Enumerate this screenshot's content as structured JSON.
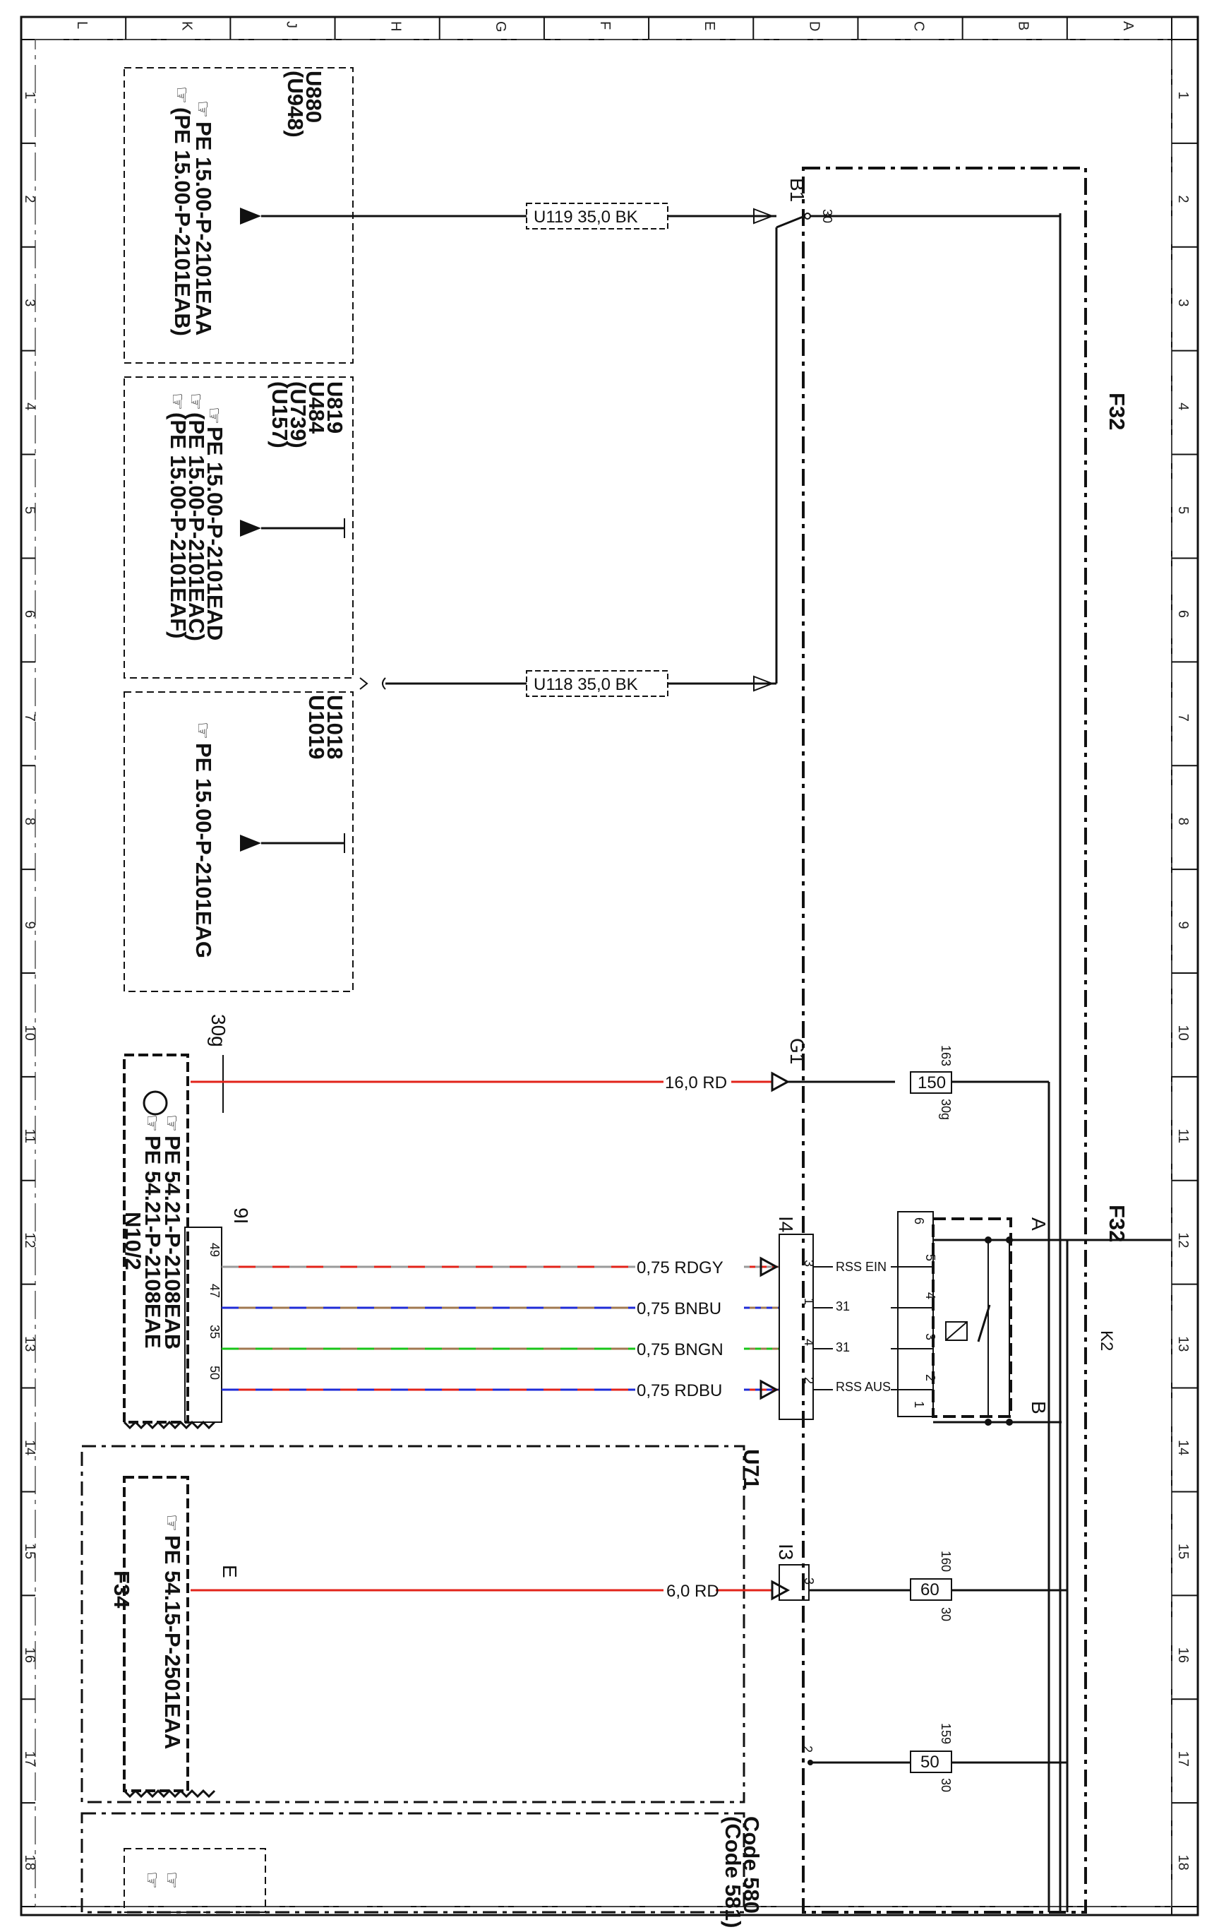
{
  "frame": {
    "col_letters": [
      "L",
      "K",
      "J",
      "H",
      "G",
      "F",
      "E",
      "D",
      "C",
      "B",
      "A"
    ],
    "row_numbers": [
      "1",
      "2",
      "3",
      "4",
      "5",
      "6",
      "7",
      "8",
      "9",
      "10",
      "11",
      "12",
      "13",
      "14",
      "15",
      "16",
      "17",
      "18"
    ]
  },
  "colors": {
    "red": "#e2231a",
    "blue": "#1f2bd6",
    "green": "#18c418",
    "brown": "#a07850",
    "gray": "#9a9a9a",
    "black": "#111111"
  },
  "blocks": {
    "box1": {
      "codes": [
        "U880",
        "(U948)"
      ],
      "refs": [
        "PE 15.00-P-2101EAA",
        "(PE 15.00-P-2101EAB)"
      ]
    },
    "box2": {
      "codes": [
        "U819",
        "U484",
        "(U739)",
        "(U157)"
      ],
      "refs": [
        "PE 15.00-P-2101EAD",
        "(PE 15.00-P-2101EAC)",
        "(PE 15.00-P-2101EAF)"
      ]
    },
    "box3": {
      "codes": [
        "U1018",
        "U1019"
      ],
      "refs": [
        "PE 15.00-P-2101EAG"
      ]
    },
    "n10": {
      "name": "N10/2",
      "refs": [
        "PE 54.21-P-2108EAB",
        "PE 54.21-P-2108EAE"
      ],
      "terminal": "30g",
      "connector": "9I",
      "pins": [
        "49",
        "47",
        "35",
        "50"
      ]
    },
    "u71": {
      "code": "U71",
      "f34": "F34",
      "ref": "PE 54.15-P-2501EAA",
      "pin": "E"
    },
    "code_box": {
      "lines": [
        "Code 580",
        "(Code 581)"
      ]
    }
  },
  "right_labels": {
    "f32_top": "F32",
    "f32_mid": "F32",
    "k2": "K2",
    "relay_a": "A",
    "relay_b": "B"
  },
  "wires": {
    "u119": "U119  35,0 BK",
    "u118": "U118  35,0 BK",
    "w16": "16,0 RD",
    "w075a": "0,75 RDGY",
    "w075b": "0,75 BNBU",
    "w075c": "0,75 BNGN",
    "w075d": "0,75 RDBU",
    "w6": "6,0 RD"
  },
  "connectors": {
    "b1": "B1",
    "b1_pin": "30",
    "g1": "G1",
    "i4": "I4",
    "i4_pins": [
      "3",
      "1",
      "4",
      "2"
    ],
    "i3": "I3",
    "i3_pin": "3",
    "pin2": "2",
    "rss_ein": "RSS EIN",
    "t31a": "31",
    "t31b": "31",
    "rss_aus": "RSS AUS",
    "k2_pins": [
      "6",
      "5",
      "4",
      "3",
      "2",
      "1"
    ]
  },
  "fuses": [
    {
      "id": "163",
      "value": "150",
      "term": "30g"
    },
    {
      "id": "160",
      "value": "60",
      "term": "30"
    },
    {
      "id": "159",
      "value": "50",
      "term": "30"
    }
  ]
}
